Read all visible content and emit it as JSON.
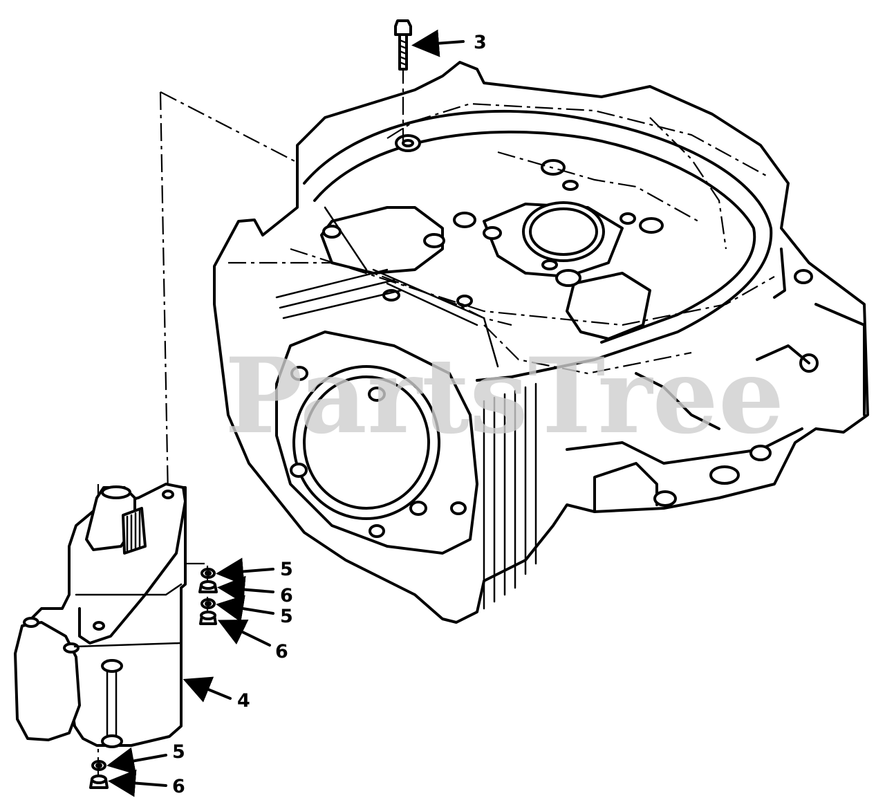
{
  "watermark": "PartsTree",
  "callouts": [
    {
      "id": "3",
      "label": "3"
    },
    {
      "id": "4",
      "label": "4"
    },
    {
      "id": "5a",
      "label": "5"
    },
    {
      "id": "6a",
      "label": "6"
    },
    {
      "id": "5b",
      "label": "5"
    },
    {
      "id": "6b",
      "label": "6"
    },
    {
      "id": "5c",
      "label": "5"
    },
    {
      "id": "6c",
      "label": "6"
    }
  ]
}
